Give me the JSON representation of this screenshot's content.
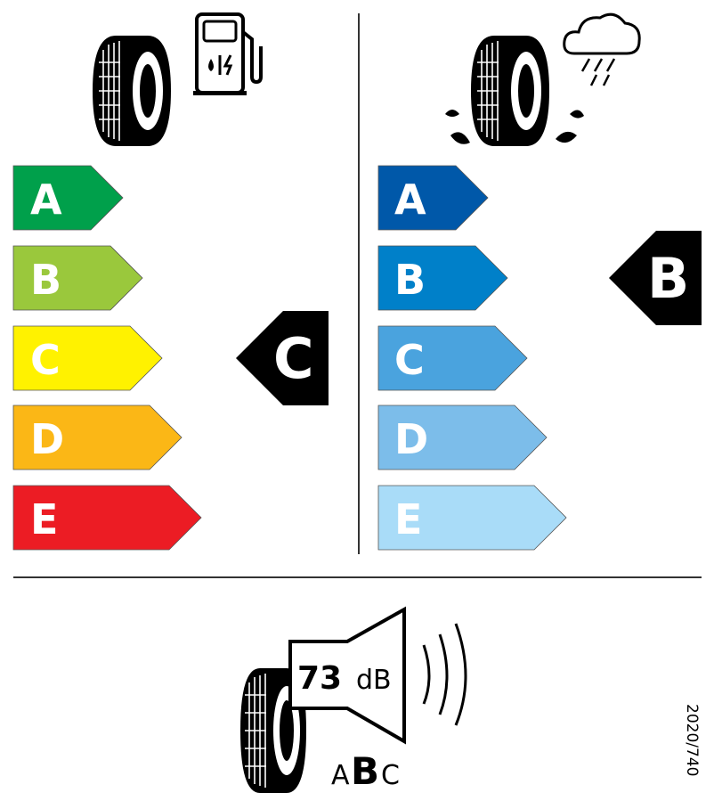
{
  "fuel_efficiency": {
    "icon": "fuel-pump-icon",
    "classes": [
      {
        "label": "A",
        "color": "#00a04b"
      },
      {
        "label": "B",
        "color": "#9ac83c"
      },
      {
        "label": "C",
        "color": "#fff200"
      },
      {
        "label": "D",
        "color": "#fbb716"
      },
      {
        "label": "E",
        "color": "#ec1c24"
      }
    ],
    "rating": "C"
  },
  "wet_grip": {
    "icon": "rain-cloud-icon",
    "classes": [
      {
        "label": "A",
        "color": "#0058a9"
      },
      {
        "label": "B",
        "color": "#0080c9"
      },
      {
        "label": "C",
        "color": "#4aa3de"
      },
      {
        "label": "D",
        "color": "#7cbdea"
      },
      {
        "label": "E",
        "color": "#a9dcf8"
      }
    ],
    "rating": "B"
  },
  "noise": {
    "value": "73",
    "unit": "dB",
    "classes": [
      "A",
      "B",
      "C"
    ],
    "selected": "B"
  },
  "regulation": "2020/740"
}
